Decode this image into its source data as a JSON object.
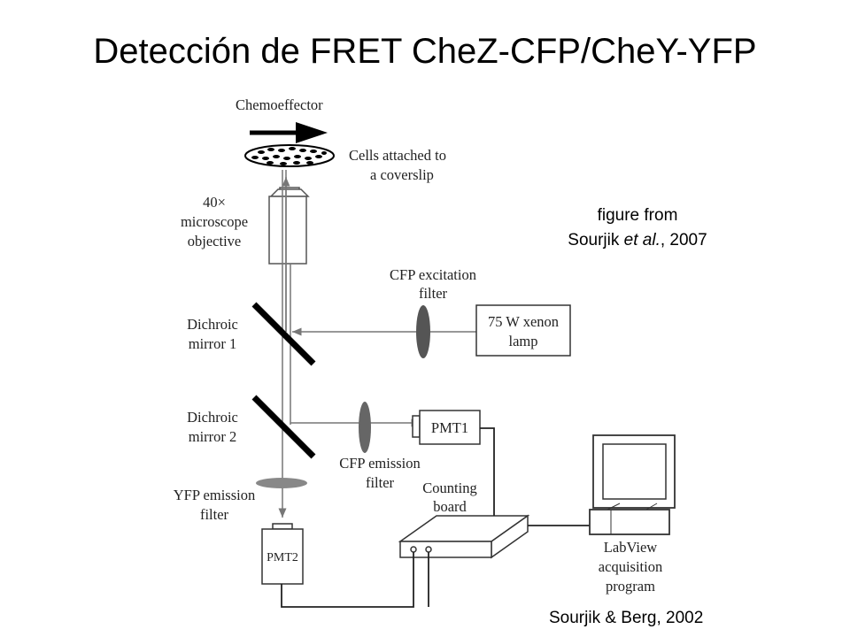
{
  "title": "Detección de FRET CheZ-CFP/CheY-YFP",
  "figure_note": {
    "line1": "figure from",
    "line2_author": "Sourjik ",
    "line2_italic": "et al.",
    "line2_year": ", 2007"
  },
  "citation": "Sourjik & Berg, 2002",
  "diagram": {
    "chemoeffector": "Chemoeffector",
    "cells_line1": "Cells attached to",
    "cells_line2": "a coverslip",
    "objective_line1": "40×",
    "objective_line2": "microscope",
    "objective_line3": "objective",
    "cfp_excitation_line1": "CFP excitation",
    "cfp_excitation_line2": "filter",
    "lamp_line1": "75 W xenon",
    "lamp_line2": "lamp",
    "dichroic1_line1": "Dichroic",
    "dichroic1_line2": "mirror 1",
    "dichroic2_line1": "Dichroic",
    "dichroic2_line2": "mirror 2",
    "pmt1": "PMT1",
    "cfp_emission_line1": "CFP emission",
    "cfp_emission_line2": "filter",
    "yfp_emission_line1": "YFP emission",
    "yfp_emission_line2": "filter",
    "counting_line1": "Counting",
    "counting_line2": "board",
    "pmt2": "PMT2",
    "labview_line1": "LabView",
    "labview_line2": "acquisition",
    "labview_line3": "program"
  }
}
